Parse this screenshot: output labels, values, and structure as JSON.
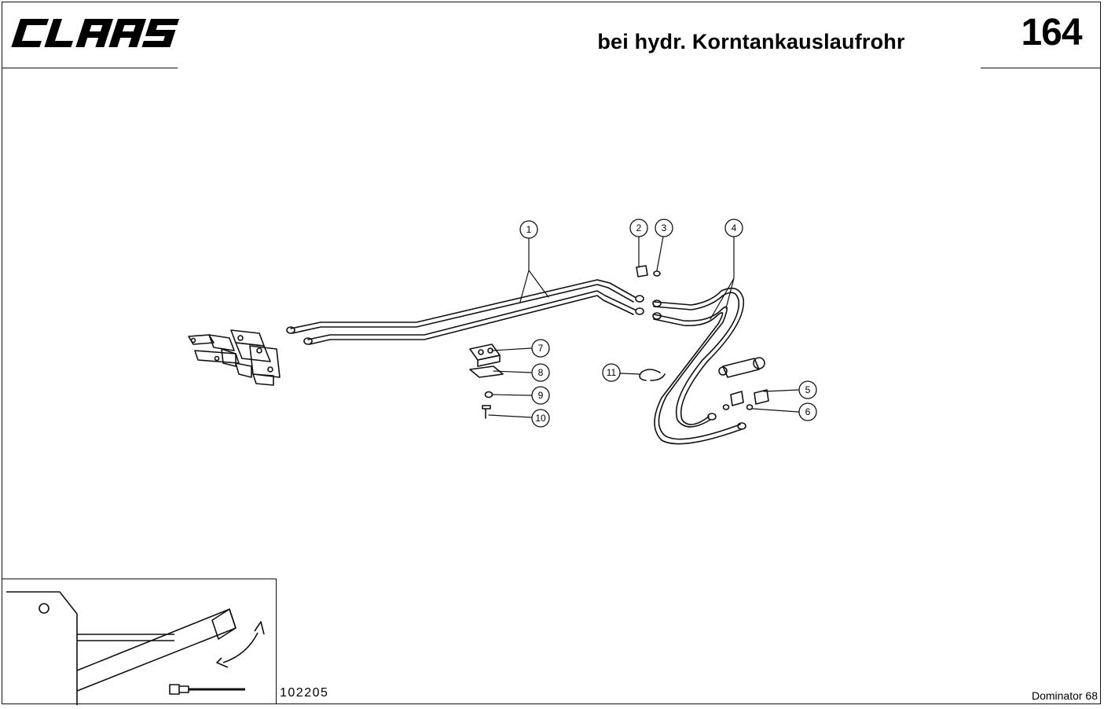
{
  "header": {
    "brand": "CLAAS",
    "title": "bei hydr. Korntankauslaufrohr",
    "page_number": "164"
  },
  "footer": {
    "drawing_number": "102205",
    "model": "Dominator 68"
  },
  "callouts": [
    "1",
    "2",
    "3",
    "4",
    "5",
    "6",
    "7",
    "8",
    "9",
    "10",
    "11"
  ]
}
